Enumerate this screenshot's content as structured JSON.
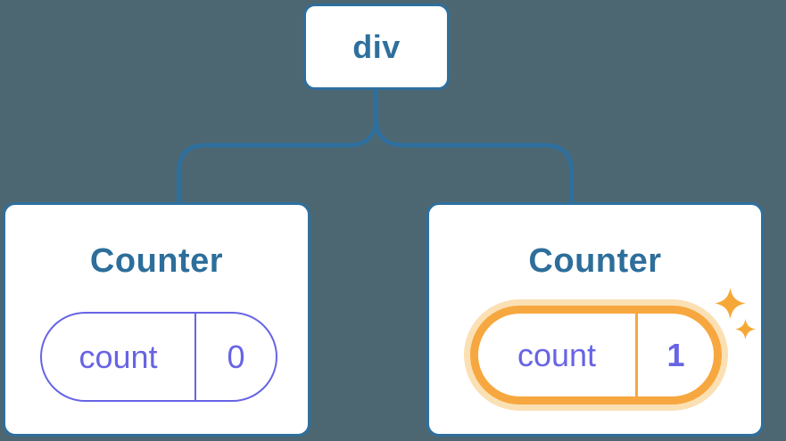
{
  "diagram": {
    "description": "React component tree: a div root with two Counter children; the second Counter's count state is highlighted as updated",
    "root": {
      "label": "div"
    },
    "children": [
      {
        "title": "Counter",
        "state": {
          "label": "count",
          "value": "0"
        },
        "highlighted": false
      },
      {
        "title": "Counter",
        "state": {
          "label": "count",
          "value": "1"
        },
        "highlighted": true
      }
    ],
    "colors": {
      "background": "#4C6772",
      "tree_blue": "#2E6F9E",
      "node_fill": "#FFFFFF",
      "title_blue": "#2D6E9B",
      "state_purple": "#6764E5",
      "highlight_orange": "#F7A73F",
      "highlight_glow": "#FBE0B4"
    }
  }
}
